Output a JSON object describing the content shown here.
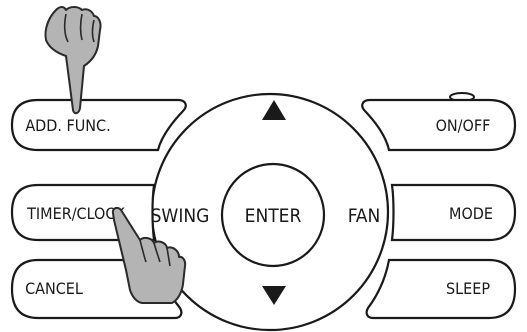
{
  "buttons": {
    "add_func": "ADD. FUNC.",
    "timer_clock": "TIMER/CLOCK",
    "cancel": "CANCEL",
    "on_off": "ON/OFF",
    "mode": "MODE",
    "sleep": "SLEEP"
  },
  "dial": {
    "swing": "SWING",
    "enter": "ENTER",
    "fan": "FAN",
    "up_icon": "triangle-up",
    "down_icon": "triangle-down"
  },
  "hands": [
    {
      "name": "pointing-hand-icon",
      "target": "add_func"
    },
    {
      "name": "pointing-hand-icon",
      "target": "timer_clock"
    }
  ],
  "colors": {
    "outline": "#1a1a1a",
    "hand_fill": "#b4b4b4",
    "background": "#ffffff"
  }
}
